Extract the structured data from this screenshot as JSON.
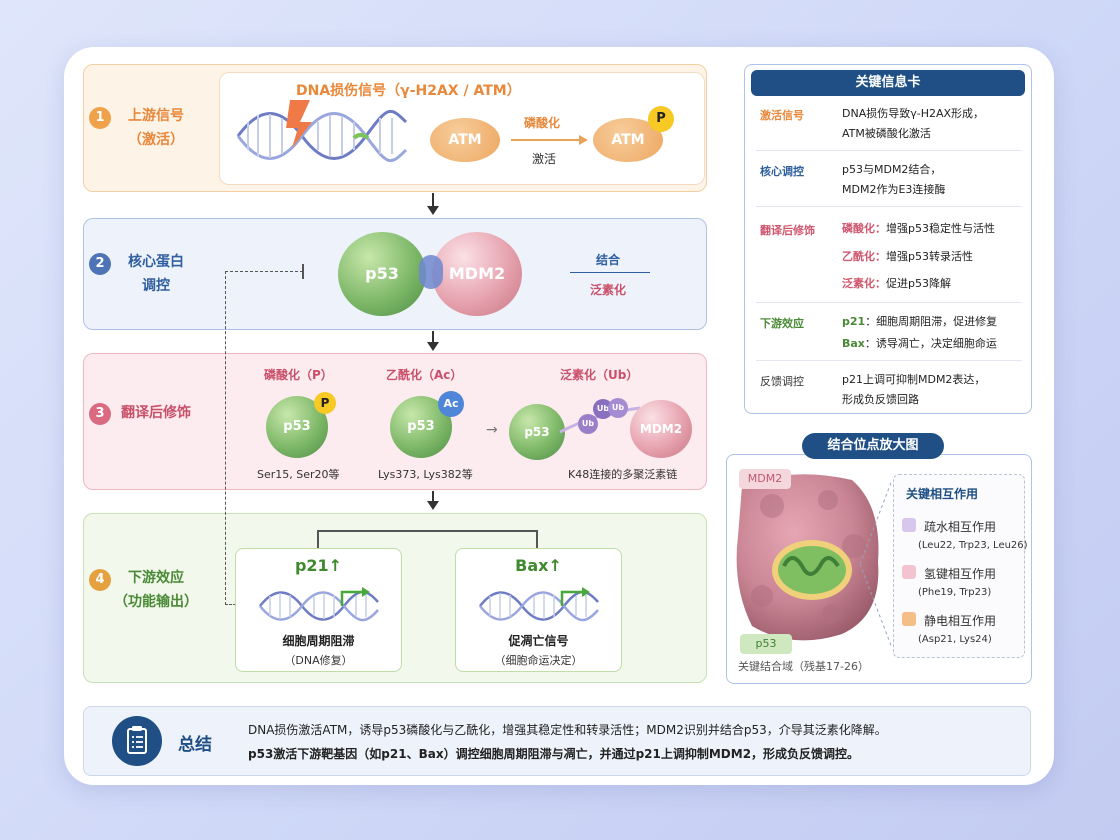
{
  "steps": [
    {
      "num": "1",
      "title_line1": "上游信号",
      "title_line2": "（激活）",
      "color": "#f0a24a"
    },
    {
      "num": "2",
      "title_line1": "核心蛋白",
      "title_line2": "调控",
      "color": "#4f74b6"
    },
    {
      "num": "3",
      "title_line1": "翻译后修饰",
      "title_line2": "",
      "color": "#d96a80"
    },
    {
      "num": "4",
      "title_line1": "下游效应",
      "title_line2": "（功能输出）",
      "color": "#e5a13f"
    }
  ],
  "step1": {
    "header": "DNA损伤信号（γ-H2AX / ATM）",
    "atm": "ATM",
    "atm2": "ATM",
    "p_badge": "P",
    "arrow_top": "磷酸化",
    "arrow_bottom": "激活"
  },
  "step2": {
    "p53": "p53",
    "mdm2": "MDM2",
    "bind": "结合",
    "ubiq": "泛素化"
  },
  "step3": {
    "mod1": {
      "title": "磷酸化（P）",
      "protein": "p53",
      "badge": "P",
      "sites": "Ser15, Ser20等"
    },
    "mod2": {
      "title": "乙酰化（Ac）",
      "protein": "p53",
      "badge": "Ac",
      "sites": "Lys373, Lys382等"
    },
    "mod3": {
      "title": "泛素化（Ub）",
      "protein": "p53",
      "ub1": "Ub",
      "ub2": "Ub",
      "ub3": "Ub",
      "ligase": "MDM2",
      "note": "K48连接的多聚泛素链"
    }
  },
  "step4": {
    "left": {
      "gene": "p21↑",
      "label": "细胞周期阻滞",
      "sub": "（DNA修复）"
    },
    "right": {
      "gene": "Bax↑",
      "label": "促凋亡信号",
      "sub": "（细胞命运决定）"
    }
  },
  "info_card": {
    "title": "关键信息卡",
    "rows": [
      {
        "key": "激活信号",
        "key_color": "#e8883a",
        "lines": [
          "DNA损伤导致γ-H2AX形成，",
          "ATM被磷酸化激活"
        ]
      },
      {
        "key": "核心调控",
        "key_color": "#2f5f9e",
        "lines": [
          "p53与MDM2结合，",
          "MDM2作为E3连接酶"
        ]
      },
      {
        "key": "翻译后修饰",
        "key_color": "#d0566e",
        "items": [
          {
            "k": "磷酸化：",
            "v": "增强p53稳定性与活性"
          },
          {
            "k": "乙酰化：",
            "v": "增强p53转录活性"
          },
          {
            "k": "泛素化：",
            "v": "促进p53降解"
          }
        ]
      },
      {
        "key": "下游效应",
        "key_color": "#4a8a36",
        "items": [
          {
            "k": "p21",
            "v": "：细胞周期阻滞，促进修复"
          },
          {
            "k": "Bax",
            "v": "：诱导凋亡，决定细胞命运"
          }
        ]
      },
      {
        "key": "反馈调控",
        "key_color": "#333333",
        "lines": [
          "p21上调可抑制MDM2表达，",
          "形成负反馈回路"
        ]
      }
    ]
  },
  "zoom": {
    "title": "结合位点放大图",
    "mdm2_tag": "MDM2",
    "p53_tag": "p53",
    "caption": "关键结合域（残基17-26）",
    "legend_title": "关键相互作用",
    "items": [
      {
        "name": "疏水相互作用",
        "residues": "(Leu22, Trp23, Leu26)",
        "color": "#d7c7ec"
      },
      {
        "name": "氢键相互作用",
        "residues": "(Phe19, Trp23)",
        "color": "#f3c4cf"
      },
      {
        "name": "静电相互作用",
        "residues": "(Asp21, Lys24)",
        "color": "#f4be86"
      }
    ]
  },
  "summary": {
    "label": "总结",
    "line1": "DNA损伤激活ATM，诱导p53磷酸化与乙酰化，增强其稳定性和转录活性；MDM2识别并结合p53，介导其泛素化降解。",
    "line2": "p53激活下游靶基因（如p21、Bax）调控细胞周期阻滞与凋亡，并通过p21上调抑制MDM2，形成负反馈调控。"
  }
}
